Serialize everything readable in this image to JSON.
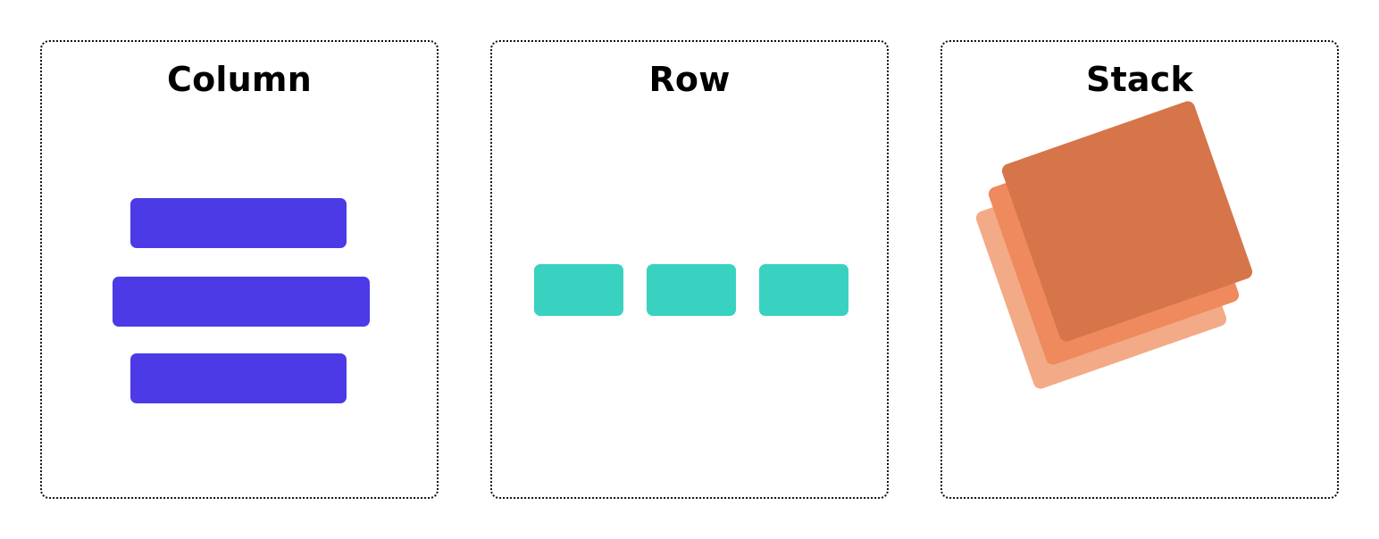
{
  "panels": {
    "column": {
      "title": "Column",
      "block_color": "#4b3ae6",
      "blocks": 3
    },
    "row": {
      "title": "Row",
      "block_color": "#39d2c0",
      "blocks": 3
    },
    "stack": {
      "title": "Stack",
      "card_colors": [
        "#f3aa86",
        "#ee8a5d",
        "#d6754a"
      ],
      "cards": 3
    }
  }
}
